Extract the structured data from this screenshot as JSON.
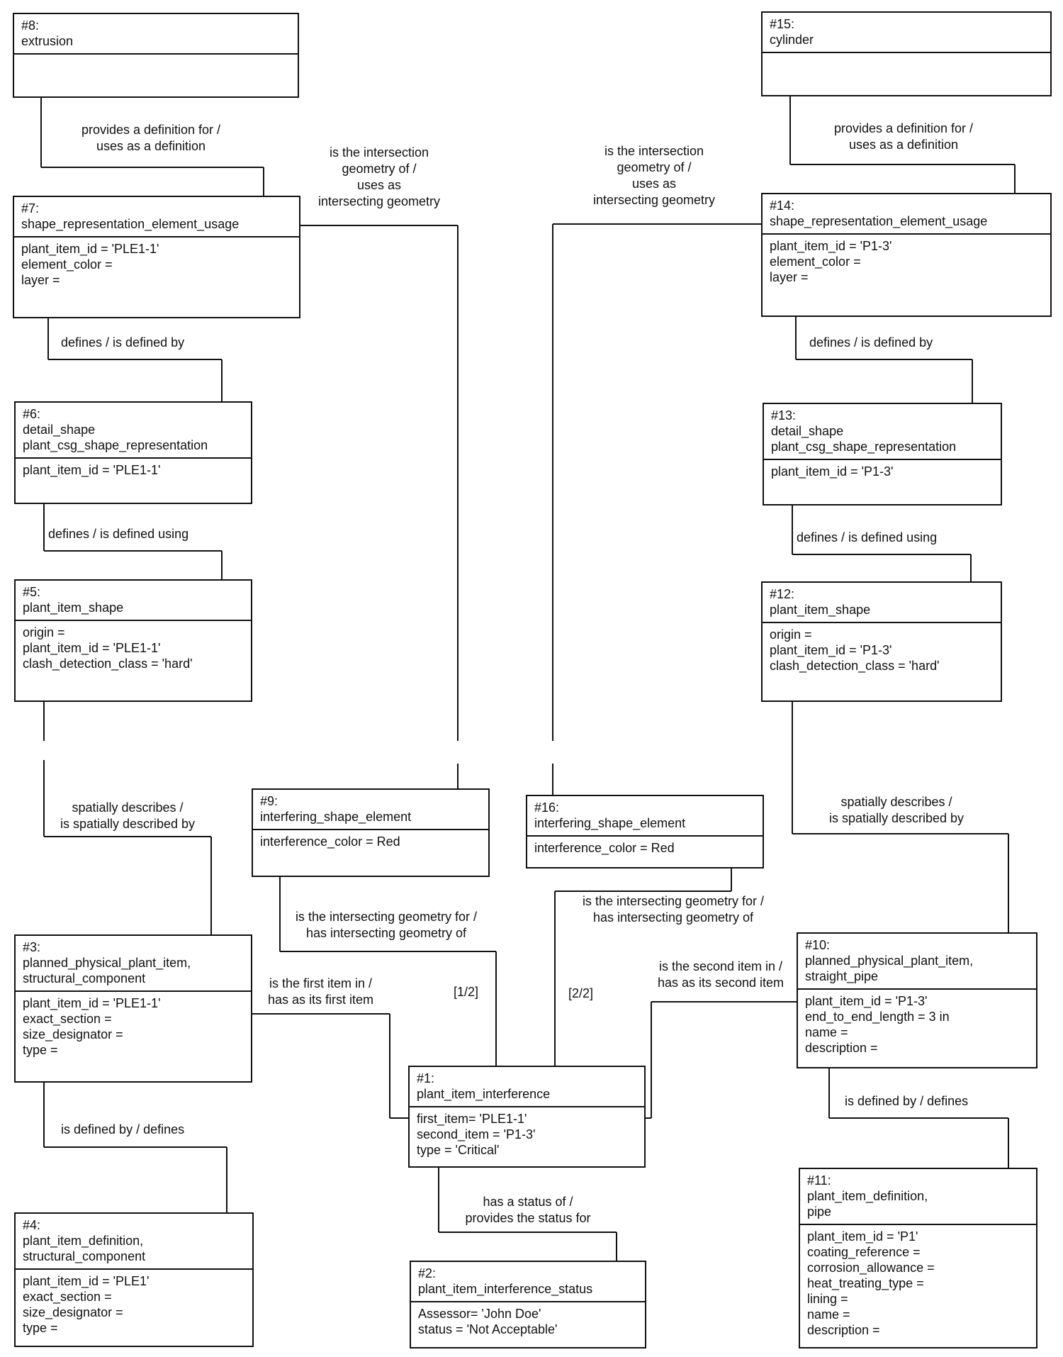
{
  "entities": {
    "e8": {
      "header": [
        "#8:",
        "extrusion"
      ],
      "attrs": []
    },
    "e15": {
      "header": [
        "#15:",
        "cylinder"
      ],
      "attrs": []
    },
    "e7": {
      "header": [
        "#7:",
        "shape_representation_element_usage"
      ],
      "attrs": [
        "plant_item_id = 'PLE1-1'",
        "element_color =",
        "layer ="
      ]
    },
    "e14": {
      "header": [
        "#14:",
        "shape_representation_element_usage"
      ],
      "attrs": [
        "plant_item_id = 'P1-3'",
        "element_color =",
        "layer ="
      ]
    },
    "e6": {
      "header": [
        "#6:",
        "detail_shape",
        "plant_csg_shape_representation"
      ],
      "attrs": [
        "plant_item_id = 'PLE1-1'"
      ]
    },
    "e13": {
      "header": [
        "#13:",
        "detail_shape",
        "plant_csg_shape_representation"
      ],
      "attrs": [
        "plant_item_id = 'P1-3'"
      ]
    },
    "e5": {
      "header": [
        "#5:",
        "plant_item_shape"
      ],
      "attrs": [
        "origin =",
        "plant_item_id = 'PLE1-1'",
        "clash_detection_class = 'hard'"
      ]
    },
    "e12": {
      "header": [
        "#12:",
        "plant_item_shape"
      ],
      "attrs": [
        "origin =",
        "plant_item_id = 'P1-3'",
        "clash_detection_class = 'hard'"
      ]
    },
    "e9": {
      "header": [
        "#9:",
        "interfering_shape_element"
      ],
      "attrs": [
        "interference_color =  Red"
      ]
    },
    "e16": {
      "header": [
        "#16:",
        "interfering_shape_element"
      ],
      "attrs": [
        "interference_color =  Red"
      ]
    },
    "e3": {
      "header": [
        "#3:",
        "planned_physical_plant_item,",
        "structural_component"
      ],
      "attrs": [
        "plant_item_id = 'PLE1-1'",
        "exact_section =",
        "size_designator =",
        "type ="
      ]
    },
    "e10": {
      "header": [
        "#10:",
        "planned_physical_plant_item,",
        "straight_pipe"
      ],
      "attrs": [
        "plant_item_id = 'P1-3'",
        "end_to_end_length = 3 in",
        "name =",
        "description ="
      ]
    },
    "e1": {
      "header": [
        "#1:",
        "plant_item_interference"
      ],
      "attrs": [
        "first_item= 'PLE1-1'",
        "second_item = 'P1-3'",
        "type = 'Critical'"
      ]
    },
    "e4": {
      "header": [
        "#4:",
        "plant_item_definition,",
        "structural_component"
      ],
      "attrs": [
        "plant_item_id = 'PLE1'",
        "exact_section =",
        "size_designator =",
        "type  ="
      ]
    },
    "e11": {
      "header": [
        "#11:",
        "plant_item_definition,",
        "pipe"
      ],
      "attrs": [
        "plant_item_id = 'P1'",
        "coating_reference  =",
        "corrosion_allowance  =",
        "heat_treating_type  =",
        "lining  =",
        "name =",
        "description ="
      ]
    },
    "e2": {
      "header": [
        "#2:",
        "plant_item_interference_status"
      ],
      "attrs": [
        "Assessor= 'John Doe'",
        "status = 'Not Acceptable'"
      ]
    }
  },
  "relations": {
    "r8_7": [
      "provides a definition for /",
      "uses as a definition"
    ],
    "r15_14": [
      "provides a definition for /",
      "uses as a definition"
    ],
    "r7_9": [
      "is the intersection",
      "geometry of /",
      "uses as",
      "intersecting geometry"
    ],
    "r14_16": [
      "is the intersection",
      "geometry of /",
      "uses as",
      "intersecting geometry"
    ],
    "r7_6": [
      "defines / is defined by"
    ],
    "r14_13": [
      "defines / is defined by"
    ],
    "r6_5": [
      "defines / is defined using"
    ],
    "r13_12": [
      "defines / is defined using"
    ],
    "r5_3": [
      "spatially describes /",
      "is spatially described by"
    ],
    "r12_10": [
      "spatially describes /",
      "is spatially described by"
    ],
    "r9_1": [
      "is the intersecting geometry for /",
      "has intersecting geometry of"
    ],
    "r16_1": [
      "is the intersecting geometry for /",
      "has intersecting geometry of"
    ],
    "r3_1": [
      "is the first item in /",
      "has as its first item"
    ],
    "r10_1": [
      "is the second item in /",
      "has as its second item"
    ],
    "r3_4": [
      "is defined by / defines"
    ],
    "r10_11": [
      "is defined by / defines"
    ],
    "r1_2": [
      "has a status of /",
      "provides the status for"
    ]
  },
  "cardinalities": {
    "c12": "[1/2]",
    "c22": "[2/2]"
  }
}
